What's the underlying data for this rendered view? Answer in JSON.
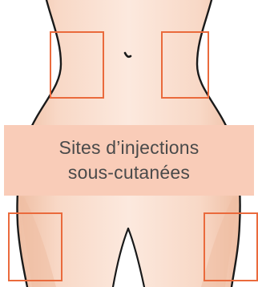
{
  "caption": {
    "line1": "Sites d’injections",
    "line2": "sous-cutanées"
  },
  "colors": {
    "skin_light": "#fbe3d6",
    "skin_mid": "#f3c9b1",
    "skin_shadow": "#e7ab8f",
    "outline": "#1a1a1a",
    "marker": "#ea6a3c",
    "caption_background": "#f9ccb8",
    "caption_text": "#4a4a4a"
  },
  "injection_sites": [
    {
      "name": "abdomen-left"
    },
    {
      "name": "abdomen-right"
    },
    {
      "name": "thigh-left"
    },
    {
      "name": "thigh-right"
    }
  ]
}
